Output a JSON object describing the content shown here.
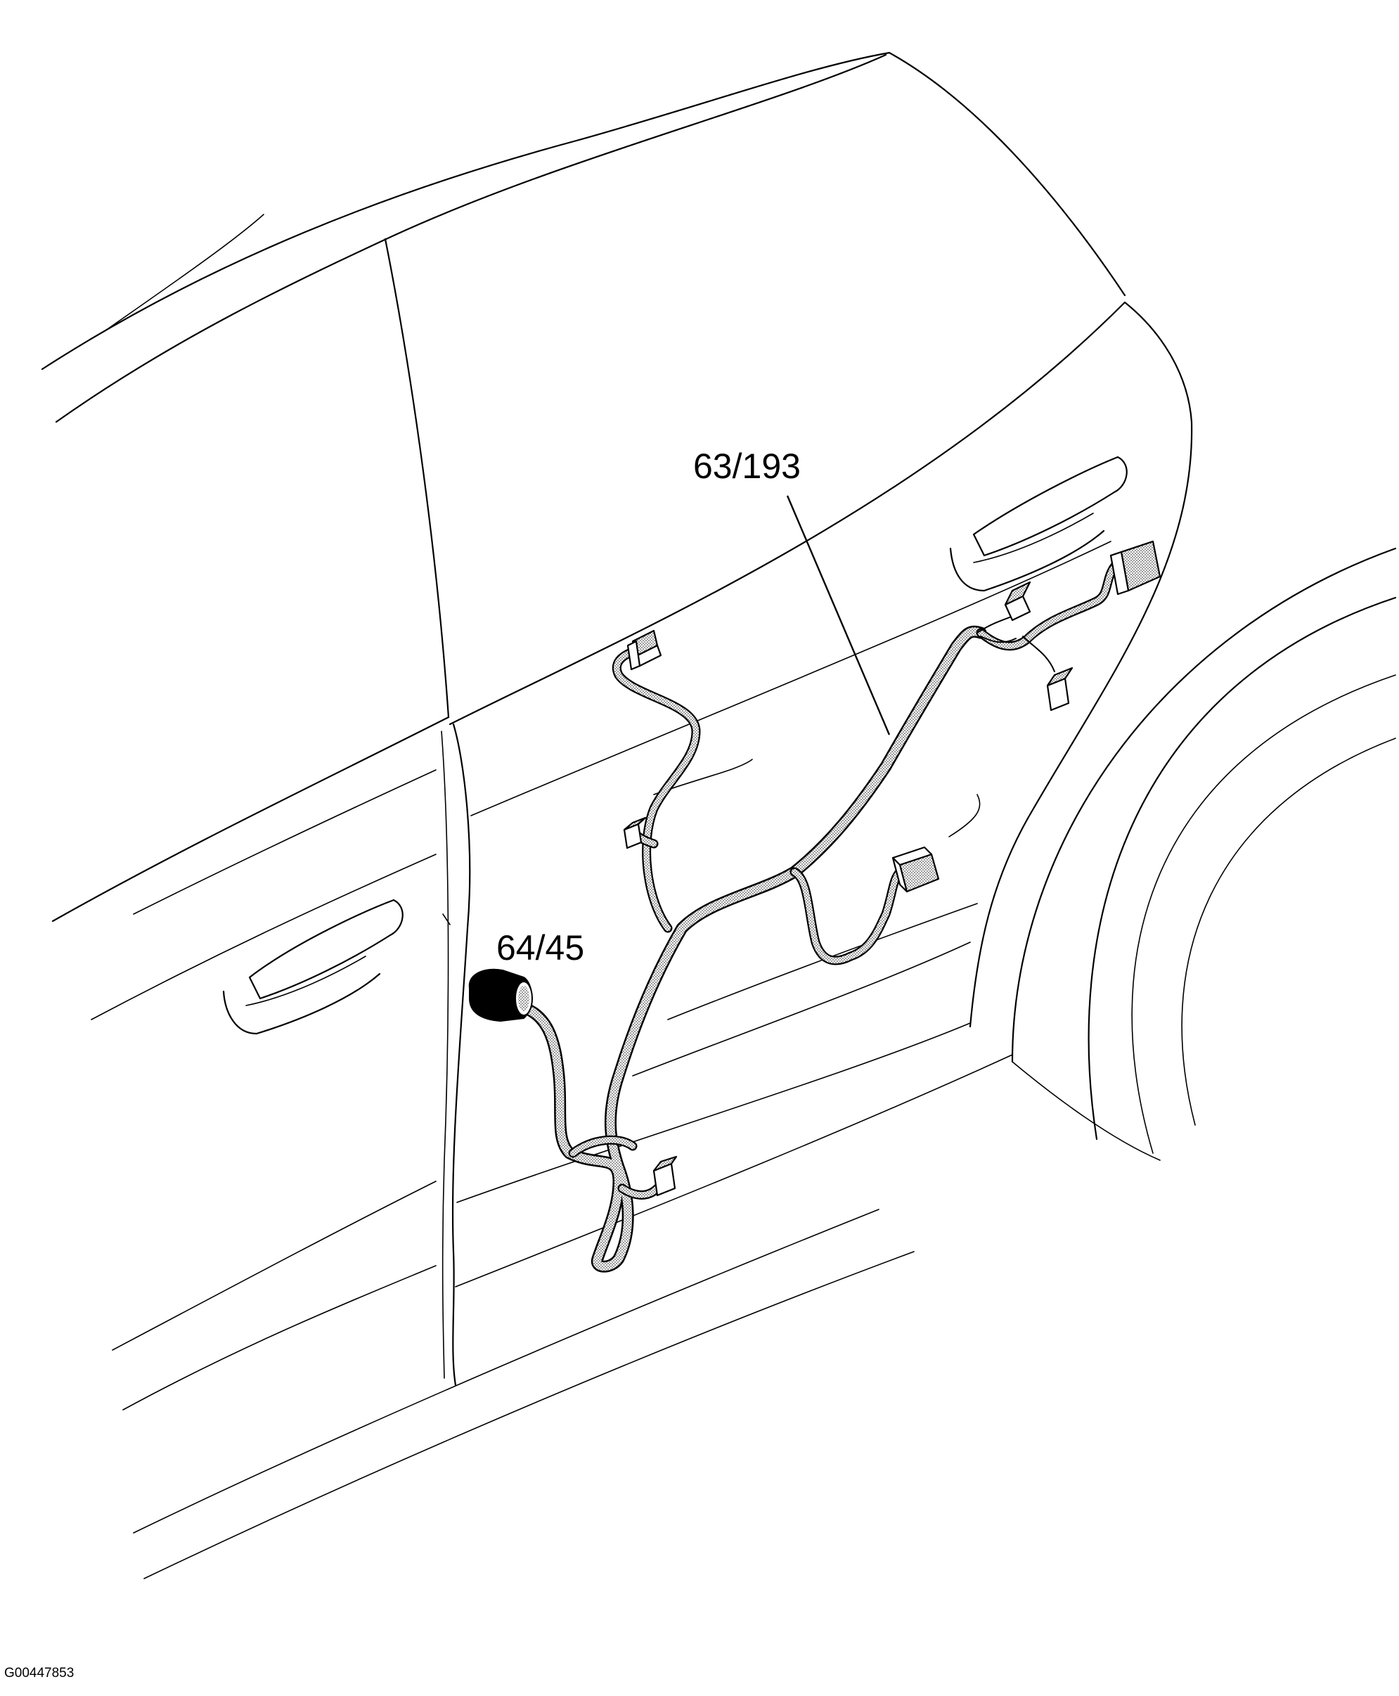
{
  "callouts": {
    "harness_main": "63/193",
    "door_grommet": "64/45"
  },
  "figure_id": "G00447853",
  "colors": {
    "line": "#000000",
    "background": "#ffffff",
    "harness_fill": "#bdbdbd",
    "grommet": "#000000"
  }
}
